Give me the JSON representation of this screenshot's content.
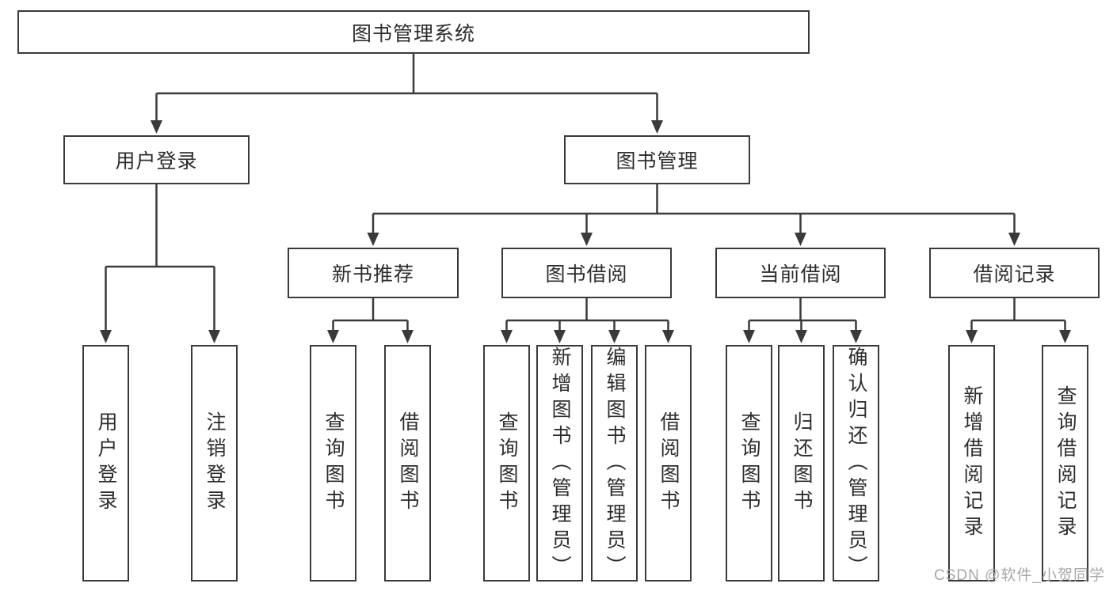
{
  "diagram": {
    "root": {
      "label": "图书管理系统"
    },
    "user_login": {
      "label": "用户登录",
      "children": [
        {
          "label": "用户登录"
        },
        {
          "label": "注销登录"
        }
      ]
    },
    "book_mgmt": {
      "label": "图书管理",
      "groups": [
        {
          "label": "新书推荐",
          "children": [
            {
              "label": "查询图书"
            },
            {
              "label": "借阅图书"
            }
          ]
        },
        {
          "label": "图书借阅",
          "children": [
            {
              "label": "查询图书"
            },
            {
              "label": "新增图书（管理员）"
            },
            {
              "label": "编辑图书（管理员）"
            },
            {
              "label": "借阅图书"
            }
          ]
        },
        {
          "label": "当前借阅",
          "children": [
            {
              "label": "查询图书"
            },
            {
              "label": "归还图书"
            },
            {
              "label": "确认归还（管理员）"
            }
          ]
        },
        {
          "label": "借阅记录",
          "children": [
            {
              "label": "新增借阅记录"
            },
            {
              "label": "查询借阅记录"
            }
          ]
        }
      ]
    },
    "watermark": "CSDN @软件_小贺同学",
    "colors": {
      "line": "#3a3a3a",
      "box_border": "#3a3a3a",
      "text": "#2d2d2d",
      "background": "#ffffff",
      "watermark": "#a8a8a8"
    }
  }
}
